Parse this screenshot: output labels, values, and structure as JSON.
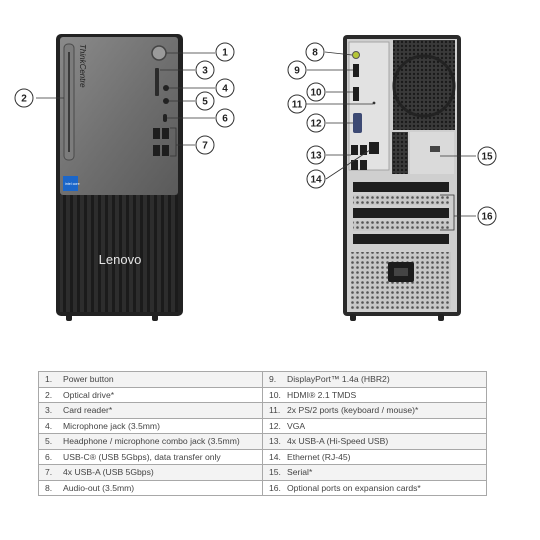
{
  "front": {
    "brand_text": "Lenovo",
    "side_text": "ThinkCentre",
    "badge_text": "intel\ncore"
  },
  "callouts": [
    "1",
    "2",
    "3",
    "4",
    "5",
    "6",
    "7",
    "8",
    "9",
    "10",
    "11",
    "12",
    "13",
    "14",
    "15",
    "16"
  ],
  "table": {
    "left": [
      {
        "n": "1.",
        "text": "Power button"
      },
      {
        "n": "2.",
        "text": "Optical drive*"
      },
      {
        "n": "3.",
        "text": "Card reader*"
      },
      {
        "n": "4.",
        "text": "Microphone jack (3.5mm)"
      },
      {
        "n": "5.",
        "text": "Headphone / microphone combo jack (3.5mm)"
      },
      {
        "n": "6.",
        "text": "USB-C® (USB 5Gbps), data transfer only"
      },
      {
        "n": "7.",
        "text": "4x USB-A (USB 5Gbps)"
      },
      {
        "n": "8.",
        "text": "Audio-out (3.5mm)"
      }
    ],
    "right": [
      {
        "n": "9.",
        "text": "DisplayPort™ 1.4a (HBR2)"
      },
      {
        "n": "10.",
        "text": "HDMI® 2.1 TMDS"
      },
      {
        "n": "11.",
        "text": "2x PS/2 ports (keyboard / mouse)*"
      },
      {
        "n": "12.",
        "text": "VGA"
      },
      {
        "n": "13.",
        "text": "4x USB-A (Hi-Speed USB)"
      },
      {
        "n": "14.",
        "text": "Ethernet (RJ-45)"
      },
      {
        "n": "15.",
        "text": "Serial*"
      },
      {
        "n": "16.",
        "text": "Optional ports on expansion cards*"
      }
    ]
  }
}
